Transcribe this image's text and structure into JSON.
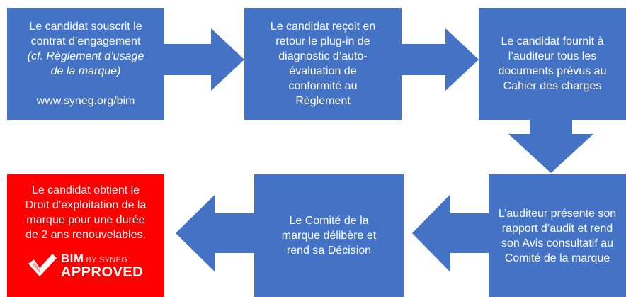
{
  "steps": [
    {
      "lines": [
        "Le candidat souscrit le",
        "contrat d’engagement"
      ],
      "italic_lines": [
        "(cf. Règlement d’usage",
        "de la marque)"
      ],
      "url": "www.syneg.org/bim"
    },
    {
      "lines": [
        "Le candidat reçoit en",
        "retour le plug-in de",
        "diagnostic d’auto-",
        "évaluation de",
        "conformité au",
        "Règlement"
      ]
    },
    {
      "lines": [
        "Le candidat fournit à",
        "l’auditeur tous les",
        "documents prévus au",
        "Cahier des charges"
      ]
    },
    {
      "lines": [
        "L’auditeur présente son",
        "rapport d’audit et rend",
        "son Avis consultatif au",
        "Comité de la marque"
      ]
    },
    {
      "lines": [
        "Le Comité de la",
        "marque délibère et",
        "rend sa Décision"
      ]
    },
    {
      "lines": [
        "Le candidat obtient le",
        "Droit d’exploitation de la",
        "marque pour une durée",
        "de 2 ans renouvelables."
      ]
    }
  ],
  "badge": {
    "bim": "BIM",
    "by": "BY SYNEG",
    "approved": "APPROVED"
  },
  "colors": {
    "box": "#4472c4",
    "final_box": "#ff0000",
    "arrow": "#4472c4",
    "text": "#ffffff"
  }
}
